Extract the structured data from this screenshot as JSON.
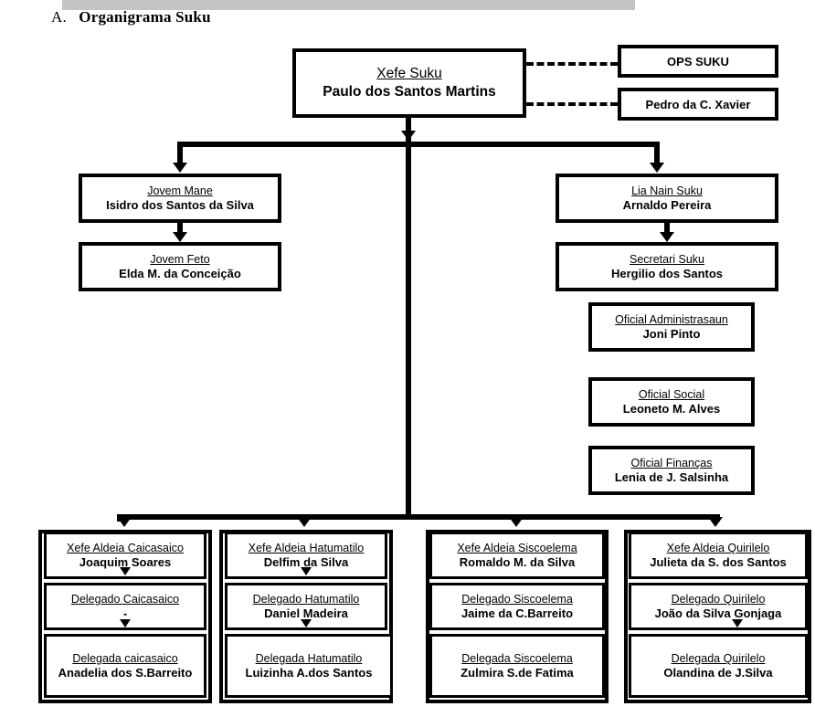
{
  "document": {
    "section_letter": "A.",
    "section_title": "Organigrama Suku"
  },
  "chief": {
    "role": "Xefe Suku",
    "person": "Paulo dos Santos Martins"
  },
  "advisors": [
    {
      "label": "OPS SUKU"
    },
    {
      "label": "Pedro da C. Xavier"
    }
  ],
  "branches": {
    "youth_male": {
      "role": "Jovem Mane",
      "person": "Isidro dos Santos da Silva"
    },
    "youth_female": {
      "role": "Jovem Feto",
      "person": "Elda M. da Conceição"
    },
    "lia_nain": {
      "role": "Lia Nain Suku",
      "person": "Arnaldo Pereira"
    },
    "secretary": {
      "role": "Secretari Suku",
      "person": "Hergilio dos Santos"
    }
  },
  "officers": [
    {
      "role": "Oficial Administrasaun",
      "person": "Joni Pinto"
    },
    {
      "role": "Oficial Social",
      "person": "Leoneto M. Alves"
    },
    {
      "role": "Oficial Finanças",
      "person": "Lenia de J. Salsinha"
    }
  ],
  "aldeias": [
    {
      "name": "Caicasaico",
      "chief": {
        "role": "Xefe Aldeia Caicasaico",
        "person": "Joaquim Soares"
      },
      "delegate_m": {
        "role": "Delegado Caicasaico",
        "person": "-"
      },
      "delegate_f": {
        "role": "Delegada caicasaico",
        "person": "Anadelia dos S.Barreito"
      }
    },
    {
      "name": "Hatumatilo",
      "chief": {
        "role": "Xefe Aldeia Hatumatilo",
        "person": "Delfim da Silva"
      },
      "delegate_m": {
        "role": "Delegado Hatumatilo",
        "person": "Daniel Madeira"
      },
      "delegate_f": {
        "role": "Delegada Hatumatilo",
        "person": "Luizinha A.dos Santos"
      }
    },
    {
      "name": "Siscoelema",
      "chief": {
        "role": "Xefe Aldeia Siscoelema",
        "person": "Romaldo M. da Silva"
      },
      "delegate_m": {
        "role": "Delegado Siscoelema",
        "person": "Jaime da C.Barreito"
      },
      "delegate_f": {
        "role": "Delegada Siscoelema",
        "person": "Zulmira S.de Fatima"
      }
    },
    {
      "name": "Quirilelo",
      "chief": {
        "role": "Xefe Aldeia Quirilelo",
        "person": "Julieta da S. dos Santos"
      },
      "delegate_m": {
        "role": "Delegado Quirilelo",
        "person": "João da Silva Gonjaga"
      },
      "delegate_f": {
        "role": "Delegada Quirilelo",
        "person": "Olandina de J.Silva"
      }
    }
  ],
  "colors": {
    "line": "#000000",
    "header_bar": "#c4c4c4",
    "background": "#ffffff"
  }
}
